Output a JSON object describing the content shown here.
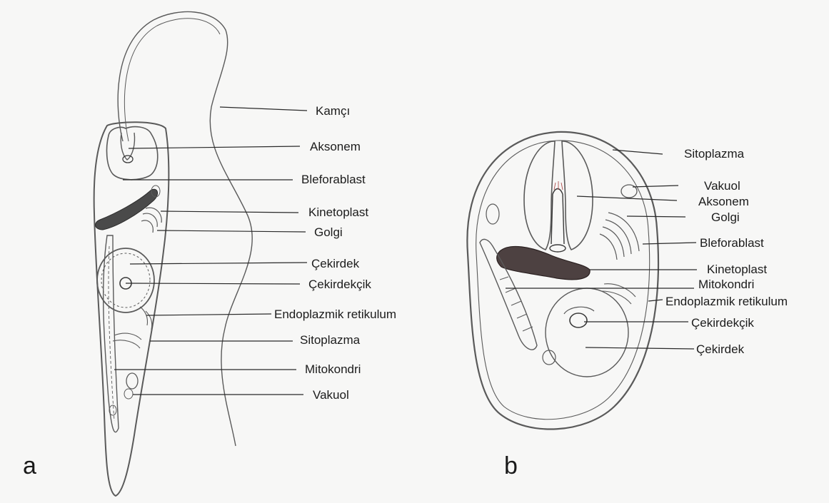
{
  "panels": {
    "a": {
      "letter": "a",
      "labels": {
        "flagellum": "Kamçı",
        "axoneme": "Aksonem",
        "blepharoplast": "Bleforablast",
        "kinetoplast": "Kinetoplast",
        "golgi": "Golgi",
        "nucleus": "Çekirdek",
        "nucleolus": "Çekirdekçik",
        "er": "Endoplazmik retikulum",
        "cytoplasm": "Sitoplazma",
        "mitochondrion": "Mitokondri",
        "vacuole": "Vakuol"
      }
    },
    "b": {
      "letter": "b",
      "labels": {
        "cytoplasm": "Sitoplazma",
        "vacuole": "Vakuol",
        "axoneme": "Aksonem",
        "golgi": "Golgi",
        "blepharoplast": "Bleforablast",
        "kinetoplast": "Kinetoplast",
        "mitochondrion": "Mitokondri",
        "er": "Endoplazmik retikulum",
        "nucleolus": "Çekirdekçik",
        "nucleus": "Çekirdek"
      }
    }
  },
  "colors": {
    "background": "#f7f7f6",
    "ink": "#5a5a5a",
    "label": "#1c1c1c"
  }
}
